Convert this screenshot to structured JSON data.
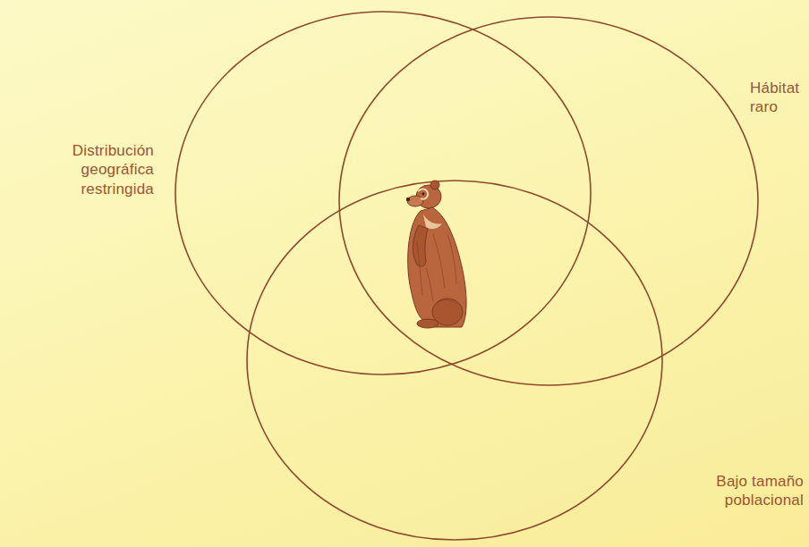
{
  "diagram": {
    "nodes": [
      {
        "text": [
          "Hábitat raro"
        ]
      },
      {
        "text": [
          "Distribución geográfica restringida"
        ]
      },
      {
        "text": [
          "Bajo tamaño poblacional"
        ]
      }
    ]
  }
}
